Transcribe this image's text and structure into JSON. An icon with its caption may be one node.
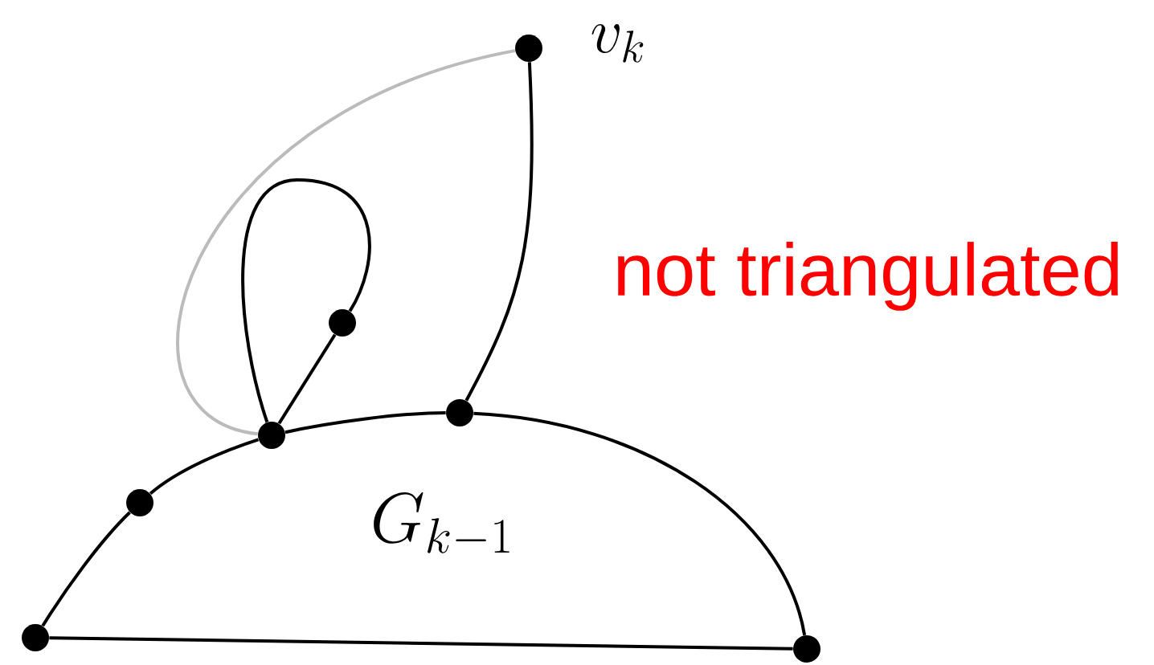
{
  "diagram": {
    "nodes": [
      {
        "text": [],
        "shape": "circle",
        "beside": [
          "v_k"
        ]
      },
      {
        "text": [],
        "shape": "circle"
      },
      {
        "text": [],
        "shape": "circle"
      },
      {
        "text": [],
        "shape": "circle"
      },
      {
        "text": [],
        "shape": "circle"
      },
      {
        "text": [],
        "shape": "circle"
      },
      {
        "text": [],
        "shape": "circle"
      }
    ],
    "edges": [
      {
        "from": 0,
        "to": 3,
        "arrow": "none",
        "color": "#bbbbbb"
      },
      {
        "from": 0,
        "to": 2,
        "arrow": "none"
      },
      {
        "from": 3,
        "to": 1,
        "arrow": "none"
      },
      {
        "from": 1,
        "to": 3,
        "arrow": "none"
      },
      {
        "from": 5,
        "to": 4,
        "arrow": "none"
      },
      {
        "from": 4,
        "to": 3,
        "arrow": "none"
      },
      {
        "from": 3,
        "to": 2,
        "arrow": "none"
      },
      {
        "from": 2,
        "to": 6,
        "arrow": "none"
      },
      {
        "from": 5,
        "to": 6,
        "arrow": "none"
      }
    ],
    "labels": [
      "G_{k-1}",
      "not triangulated"
    ]
  }
}
